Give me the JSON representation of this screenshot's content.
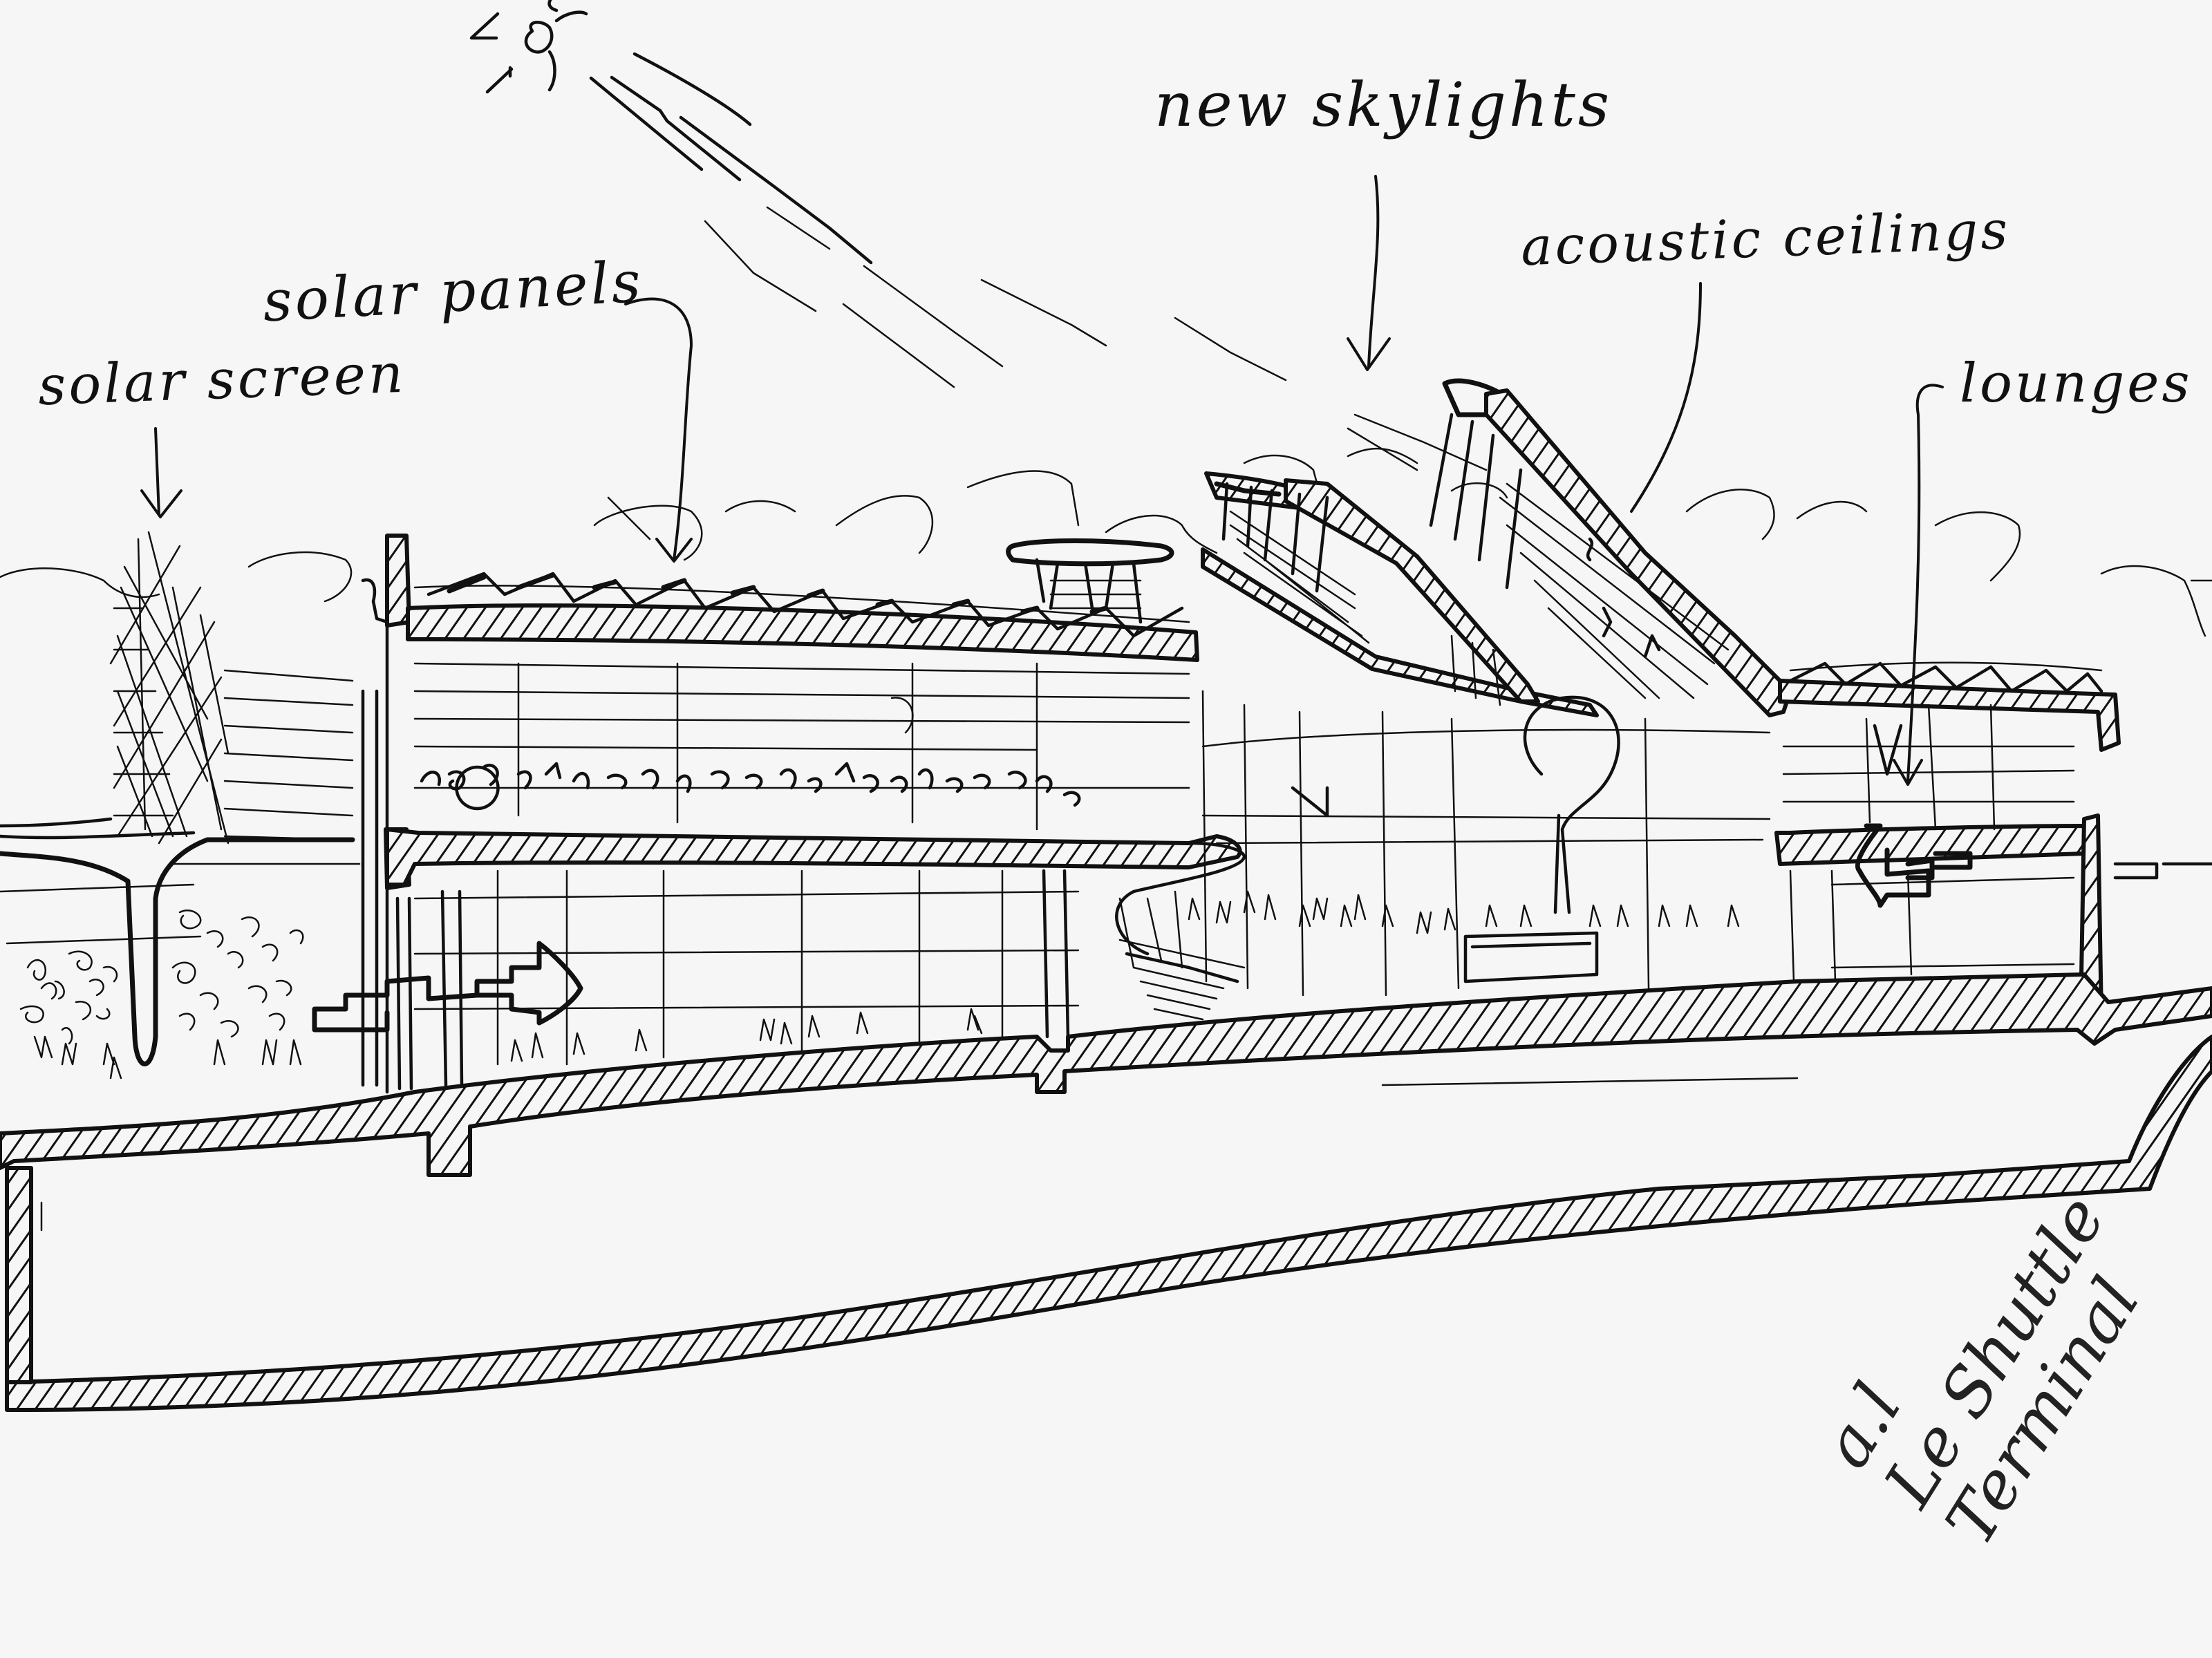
{
  "drawing": {
    "type": "architectural section sketch",
    "background": "#f6f6f6",
    "ink": "#111111"
  },
  "annotations": [
    {
      "id": "solar-screen",
      "text": "solar screen"
    },
    {
      "id": "solar-panels",
      "text": "solar panels"
    },
    {
      "id": "new-skylights",
      "text": "new skylights"
    },
    {
      "id": "acoustic-ceilings",
      "text": "acoustic ceilings"
    },
    {
      "id": "lounges",
      "text": "lounges"
    }
  ],
  "signature": {
    "line1": "a.l",
    "line2": "Le Shuttle",
    "line3": "Terminal"
  }
}
